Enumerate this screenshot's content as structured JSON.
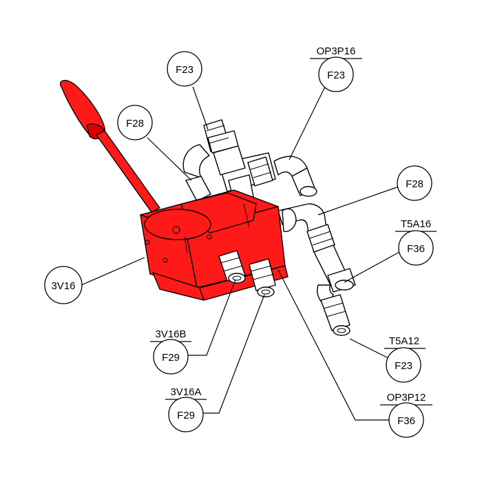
{
  "callouts": [
    {
      "id": "c1",
      "label": "F23",
      "part": ""
    },
    {
      "id": "c2",
      "label": "F23",
      "part": "OP3P16"
    },
    {
      "id": "c3",
      "label": "F28",
      "part": ""
    },
    {
      "id": "c4",
      "label": "F28",
      "part": ""
    },
    {
      "id": "c5",
      "label": "F36",
      "part": "T5A16"
    },
    {
      "id": "c6",
      "label": "3V16",
      "part": ""
    },
    {
      "id": "c7",
      "label": "F23",
      "part": "T5A12"
    },
    {
      "id": "c8",
      "label": "F29",
      "part": "3V16B"
    },
    {
      "id": "c9",
      "label": "F29",
      "part": "3V16A"
    },
    {
      "id": "c10",
      "label": "F36",
      "part": "OP3P12"
    }
  ],
  "colors": {
    "valve_body": "#ff1a1a",
    "line": "#000000",
    "background": "#ffffff"
  }
}
